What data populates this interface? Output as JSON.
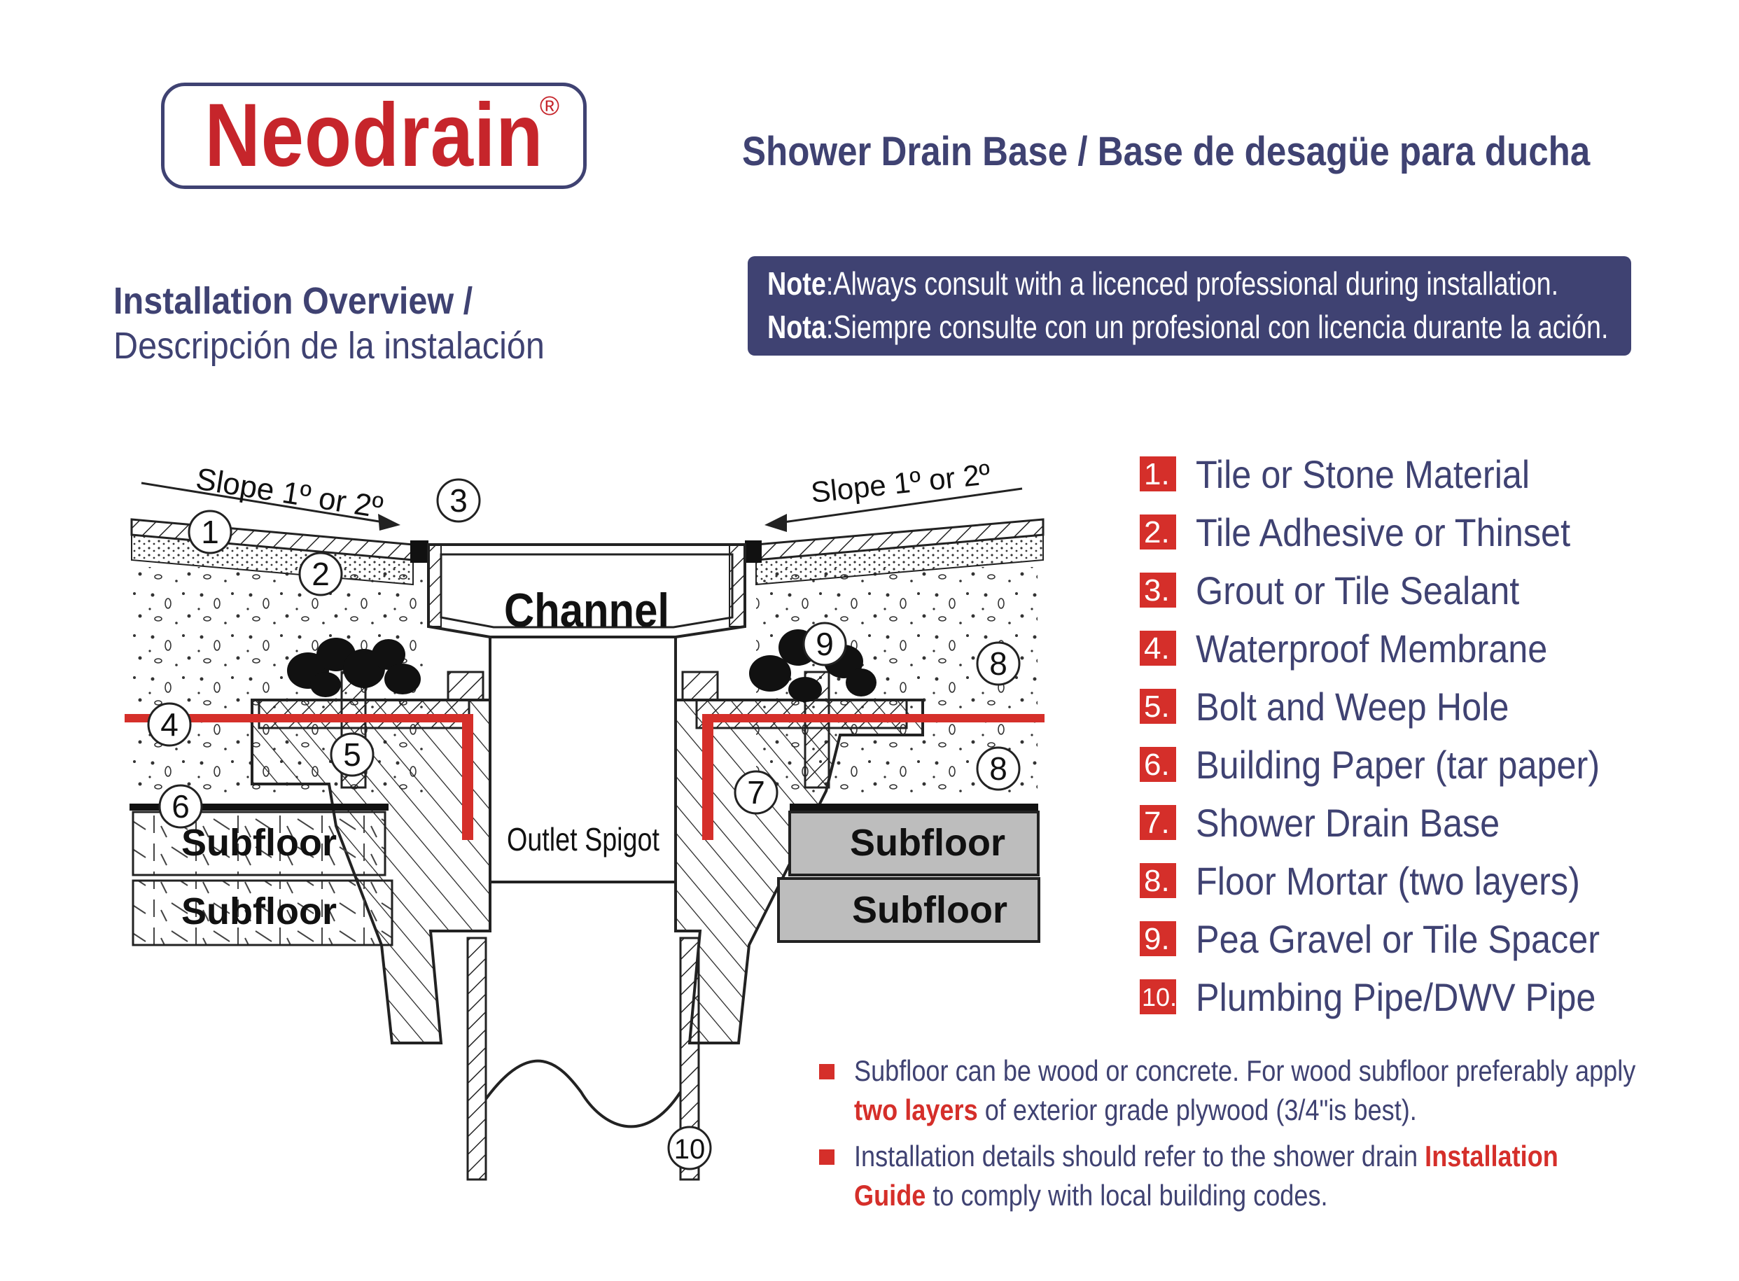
{
  "brand": {
    "name": "Neodrain",
    "registered": "®"
  },
  "title": "Shower Drain Base / Base de desagüe para ducha",
  "section": {
    "line1": "Installation Overview /",
    "line2": "Descripción de la instalación"
  },
  "note": {
    "en_label": "Note",
    "en_text": ":Always consult with a licenced professional during installation.",
    "es_label": "Nota",
    "es_text": ":Siempre consulte con un profesional con licencia durante la ación."
  },
  "diagram": {
    "slope_left": "Slope 1º or 2º",
    "slope_right": "Slope 1º or 2º",
    "channel": "Channel",
    "outlet": "Outlet Spigot",
    "subfloor": "Subfloor",
    "callouts": [
      "1",
      "2",
      "3",
      "4",
      "5",
      "6",
      "7",
      "8",
      "9",
      "10"
    ]
  },
  "legend": [
    {
      "num": "1.",
      "label": "Tile or Stone Material"
    },
    {
      "num": "2.",
      "label": "Tile Adhesive or Thinset"
    },
    {
      "num": "3.",
      "label": "Grout or Tile Sealant"
    },
    {
      "num": "4.",
      "label": "Waterproof Membrane"
    },
    {
      "num": "5.",
      "label": "Bolt and Weep Hole"
    },
    {
      "num": "6.",
      "label": "Building Paper (tar paper)"
    },
    {
      "num": "7.",
      "label": "Shower Drain Base"
    },
    {
      "num": "8.",
      "label": "Floor Mortar (two layers)"
    },
    {
      "num": "9.",
      "label": "Pea Gravel or Tile Spacer"
    },
    {
      "num": "10.",
      "label": "Plumbing Pipe/DWV Pipe"
    }
  ],
  "notes": {
    "n1_a": "Subfloor can be wood or concrete. For wood subfloor preferably apply",
    "n1_hl": "two layers",
    "n1_b": " of exterior grade plywood (3/4\"is  best).",
    "n2_a": "Installation details should refer to the shower drain ",
    "n2_hl1": "Installation",
    "n2_hl2": "Guide",
    "n2_b": " to comply with local building codes."
  },
  "colors": {
    "navy": "#3f4272",
    "red": "#d52f2a",
    "grey": "#bdbdbd"
  }
}
